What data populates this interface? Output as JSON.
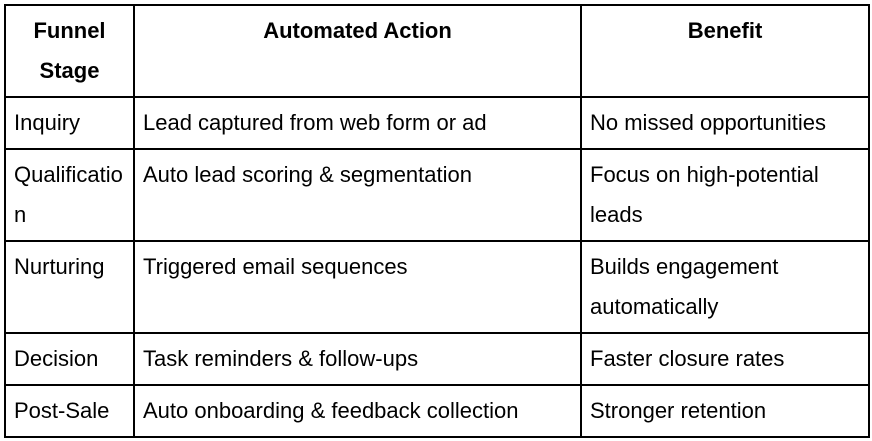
{
  "table": {
    "title": "CRM funnel automation table",
    "border_color": "#000000",
    "text_color": "#000000",
    "background_color": "#ffffff",
    "columns": [
      {
        "label": "Funnel Stage"
      },
      {
        "label": "Automated Action"
      },
      {
        "label": "Benefit"
      }
    ],
    "rows": [
      {
        "stage": "Inquiry",
        "action": "Lead captured from web form or ad",
        "benefit": "No missed opportunities"
      },
      {
        "stage": "Qualification",
        "action": "Auto lead scoring & segmentation",
        "benefit": "Focus on high-potential leads"
      },
      {
        "stage": "Nurturing",
        "action": "Triggered email sequences",
        "benefit": "Builds engagement automatically"
      },
      {
        "stage": "Decision",
        "action": "Task reminders & follow-ups",
        "benefit": "Faster closure rates"
      },
      {
        "stage": "Post-Sale",
        "action": "Auto onboarding & feedback collection",
        "benefit": "Stronger retention"
      }
    ]
  }
}
